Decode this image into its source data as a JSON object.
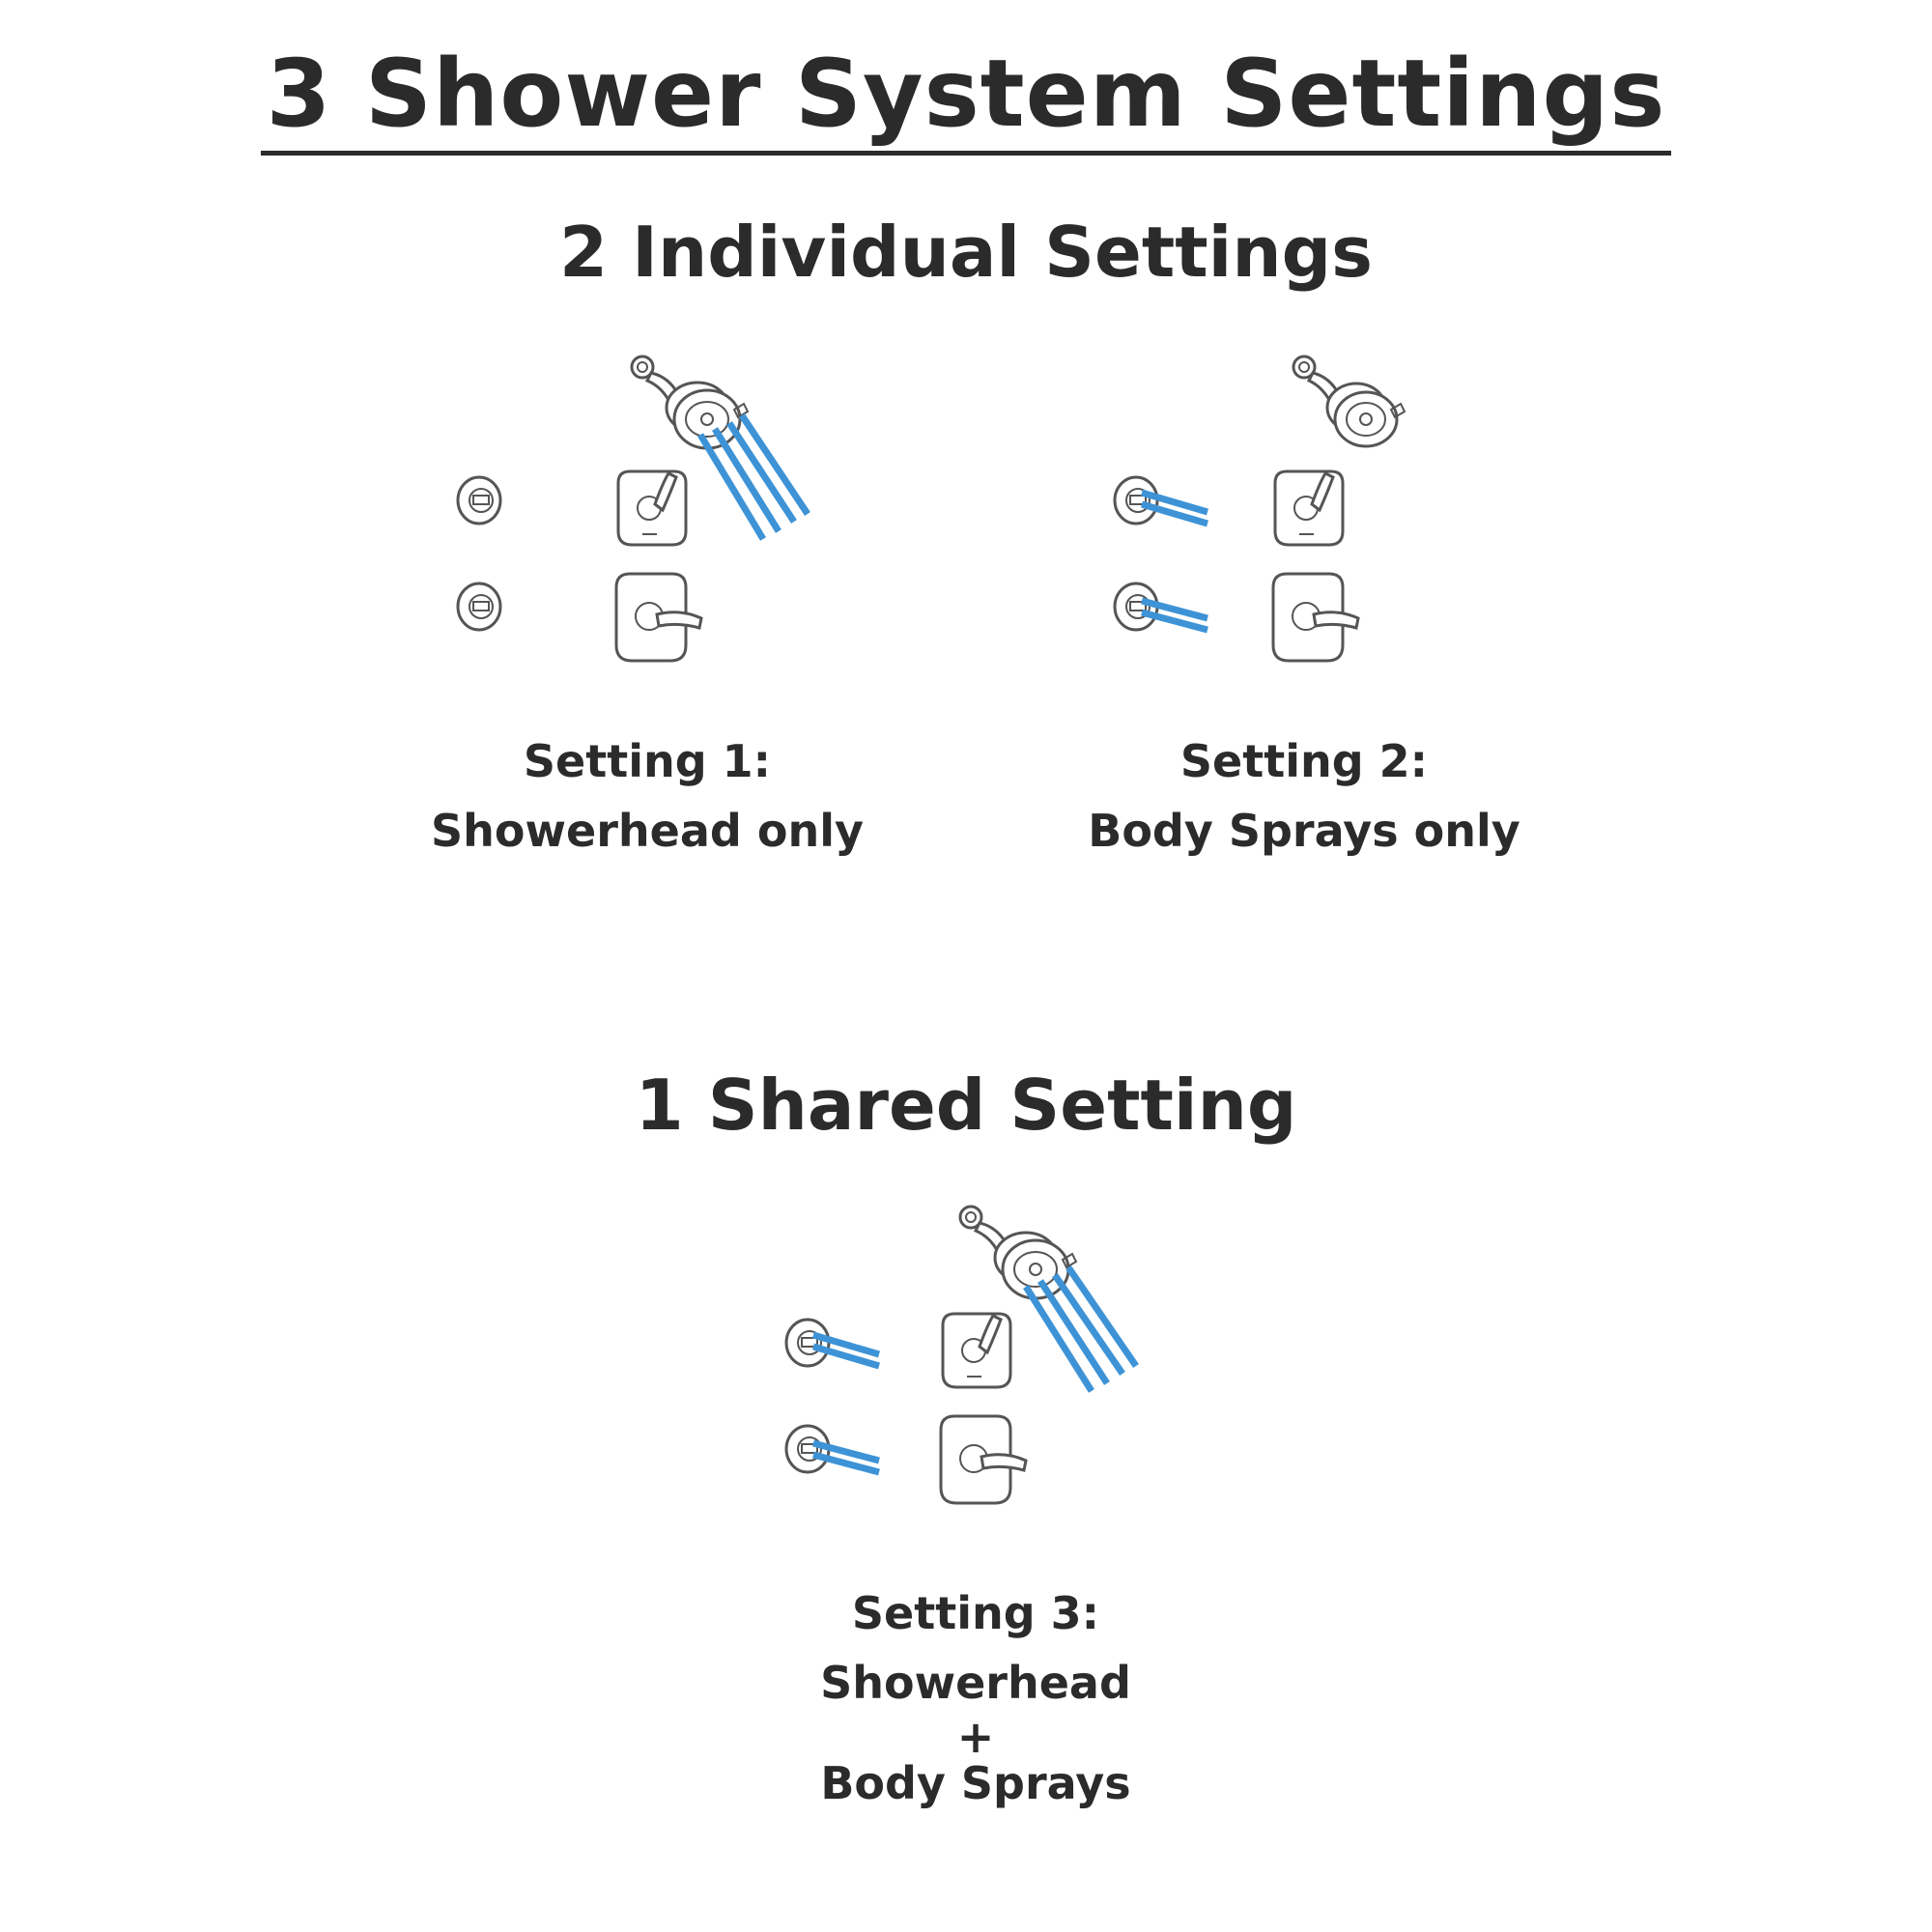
{
  "title": "3 Shower System Settings",
  "individual": {
    "heading": "2 Individual Settings",
    "setting1": {
      "label": "Setting 1:",
      "desc": "Showerhead only",
      "showerhead_on": true,
      "body_sprays_on": false
    },
    "setting2": {
      "label": "Setting 2:",
      "desc": "Body Sprays only",
      "showerhead_on": false,
      "body_sprays_on": true
    }
  },
  "shared": {
    "heading": "1 Shared Setting",
    "setting3": {
      "label": "Setting 3:",
      "line1": "Showerhead",
      "plus": "+",
      "line2": "Body Sprays",
      "showerhead_on": true,
      "body_sprays_on": true
    }
  },
  "colors": {
    "water": "#3d93d6",
    "text": "#2b2b2b",
    "line": "#555555"
  },
  "icons": [
    "showerhead-icon",
    "body-spray-icon",
    "valve-trim-icon"
  ]
}
